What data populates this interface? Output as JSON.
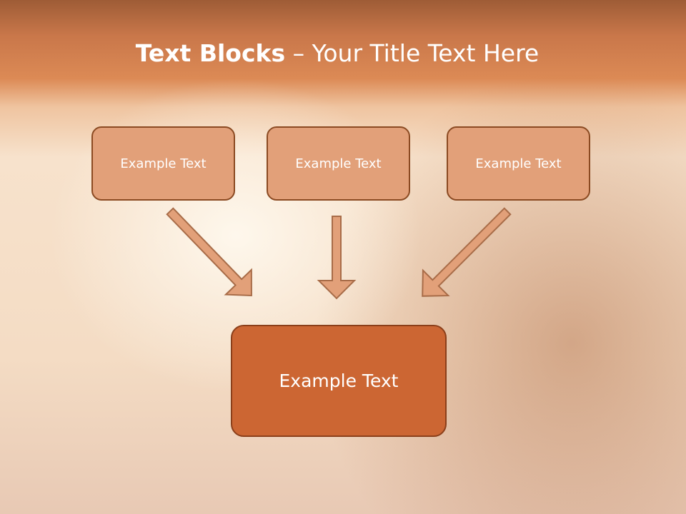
{
  "slide": {
    "title_bold": "Text Blocks",
    "title_rest": " – Your Title Text Here",
    "boxes": [
      "Example Text",
      "Example Text",
      "Example Text"
    ],
    "main_box": "Example Text",
    "colors": {
      "box_fill": "#e2a079",
      "box_border": "#8b4a22",
      "main_fill": "#cc6633",
      "arrow_fill": "#e2a079",
      "arrow_border": "#a86c48"
    }
  }
}
